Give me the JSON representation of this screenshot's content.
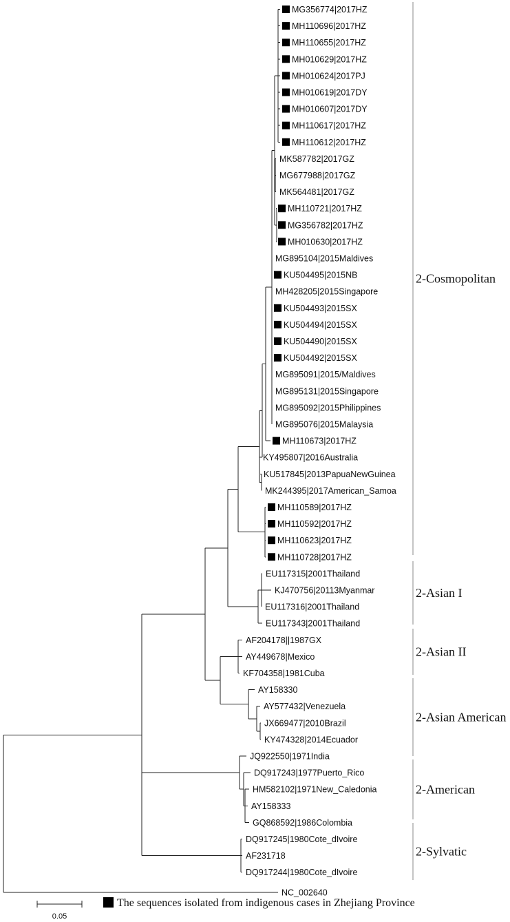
{
  "leaves": [
    {
      "label": "MG356774|2017HZ",
      "marked": true
    },
    {
      "label": "MH110696|2017HZ",
      "marked": true
    },
    {
      "label": "MH110655|2017HZ",
      "marked": true
    },
    {
      "label": "MH010629|2017HZ",
      "marked": true
    },
    {
      "label": "MH010624|2017PJ",
      "marked": true
    },
    {
      "label": "MH010619|2017DY",
      "marked": true
    },
    {
      "label": "MH010607|2017DY",
      "marked": true
    },
    {
      "label": "MH110617|2017HZ",
      "marked": true
    },
    {
      "label": "MH110612|2017HZ",
      "marked": true
    },
    {
      "label": "MK587782|2017GZ",
      "marked": false
    },
    {
      "label": "MG677988|2017GZ",
      "marked": false
    },
    {
      "label": "MK564481|2017GZ",
      "marked": false
    },
    {
      "label": "MH110721|2017HZ",
      "marked": true
    },
    {
      "label": "MG356782|2017HZ",
      "marked": true
    },
    {
      "label": "MH010630|2017HZ",
      "marked": true
    },
    {
      "label": "MG895104|2015Maldives",
      "marked": false
    },
    {
      "label": "KU504495|2015NB",
      "marked": true
    },
    {
      "label": "MH428205|2015Singapore",
      "marked": false
    },
    {
      "label": "KU504493|2015SX",
      "marked": true
    },
    {
      "label": "KU504494|2015SX",
      "marked": true
    },
    {
      "label": "KU504490|2015SX",
      "marked": true
    },
    {
      "label": "KU504492|2015SX",
      "marked": true
    },
    {
      "label": "MG895091|2015/Maldives",
      "marked": false
    },
    {
      "label": "MG895131|2015Singapore",
      "marked": false
    },
    {
      "label": "MG895092|2015Philippines",
      "marked": false
    },
    {
      "label": "MG895076|2015Malaysia",
      "marked": false
    },
    {
      "label": "MH110673|2017HZ",
      "marked": true
    },
    {
      "label": "KY495807|2016Australia",
      "marked": false
    },
    {
      "label": "KU517845|2013PapuaNewGuinea",
      "marked": false
    },
    {
      "label": "MK244395|2017American_Samoa",
      "marked": false
    },
    {
      "label": "MH110589|2017HZ",
      "marked": true
    },
    {
      "label": "MH110592|2017HZ",
      "marked": true
    },
    {
      "label": "MH110623|2017HZ",
      "marked": true
    },
    {
      "label": "MH110728|2017HZ",
      "marked": true
    },
    {
      "label": "EU117315|2001Thailand",
      "marked": false
    },
    {
      "label": "KJ470756|20113Myanmar",
      "marked": false
    },
    {
      "label": "EU117316|2001Thailand",
      "marked": false
    },
    {
      "label": "EU117343|2001Thailand",
      "marked": false
    },
    {
      "label": "AF204178||1987GX",
      "marked": false
    },
    {
      "label": "AY449678|Mexico",
      "marked": false
    },
    {
      "label": "KF704358|1981Cuba",
      "marked": false
    },
    {
      "label": "AY158330",
      "marked": false
    },
    {
      "label": "AY577432|Venezuela",
      "marked": false
    },
    {
      "label": "JX669477|2010Brazil",
      "marked": false
    },
    {
      "label": "KY474328|2014Ecuador",
      "marked": false
    },
    {
      "label": "JQ922550|1971India",
      "marked": false
    },
    {
      "label": "DQ917243|1977Puerto_Rico",
      "marked": false
    },
    {
      "label": "HM582102|1971New_Caledonia",
      "marked": false
    },
    {
      "label": "AY158333",
      "marked": false
    },
    {
      "label": "GQ868592|1986Colombia",
      "marked": false
    },
    {
      "label": "DQ917245|1980Cote_dIvoire",
      "marked": false
    },
    {
      "label": "AF231718",
      "marked": false
    },
    {
      "label": "DQ917244|1980Cote_dIvoire",
      "marked": false
    },
    {
      "label": "NC_002640",
      "marked": false
    }
  ],
  "clades": [
    {
      "label": "2-Cosmopolitan"
    },
    {
      "label": "2-Asian I"
    },
    {
      "label": "2-Asian II"
    },
    {
      "label": "2-Asian American"
    },
    {
      "label": "2-American"
    },
    {
      "label": "2-Sylvatic"
    }
  ],
  "scale_bar": {
    "label": "0.05"
  },
  "legend": {
    "text": "The sequences isolated from indigenous cases in Zhejiang Province"
  },
  "colors": {
    "line": "#222222",
    "marker": "#000000",
    "text": "#111111"
  }
}
